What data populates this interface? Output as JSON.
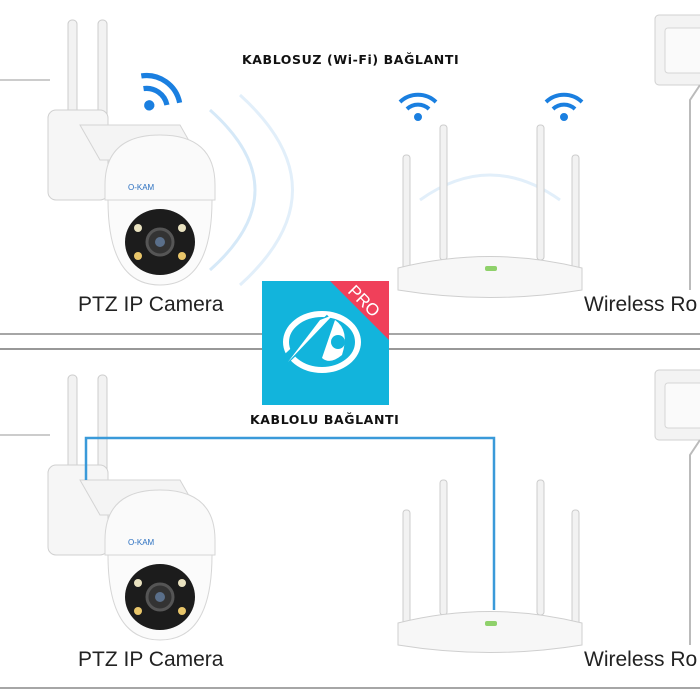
{
  "wireless_section": {
    "title": "KABLOSUZ (Wi-Fi) BAĞLANTI",
    "camera_label": "PTZ IP Camera",
    "router_label": "Wireless Ro"
  },
  "wired_section": {
    "title": "KABLOLU BAĞLANTI",
    "camera_label": "PTZ IP Camera",
    "router_label": "Wireless Ro"
  },
  "camera_brand": "O-KAM",
  "app_icon": {
    "badge": "PRO"
  },
  "colors": {
    "accent_blue": "#1a7fe0",
    "app_bg": "#12b4dc",
    "badge_red": "#f0405a",
    "cable": "#3a9ad9"
  }
}
